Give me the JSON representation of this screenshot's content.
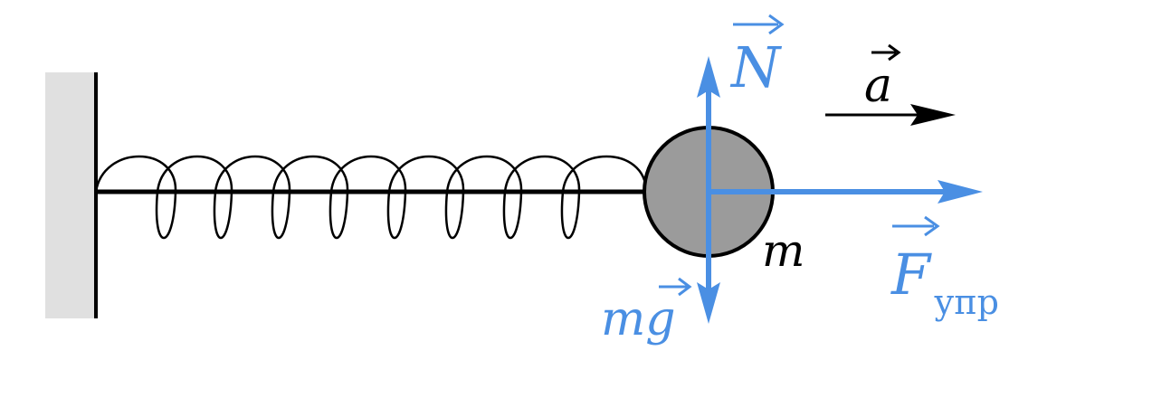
{
  "colors": {
    "force": "#4a8fe3",
    "ink": "#000000",
    "wall": "#e0e0e0",
    "mass_fill": "#9b9b9b"
  },
  "labels": {
    "normal_force": "N",
    "acceleration": "a",
    "mass": "m",
    "gravity": "mg",
    "elastic_force": "F",
    "elastic_subscript": "упр"
  }
}
